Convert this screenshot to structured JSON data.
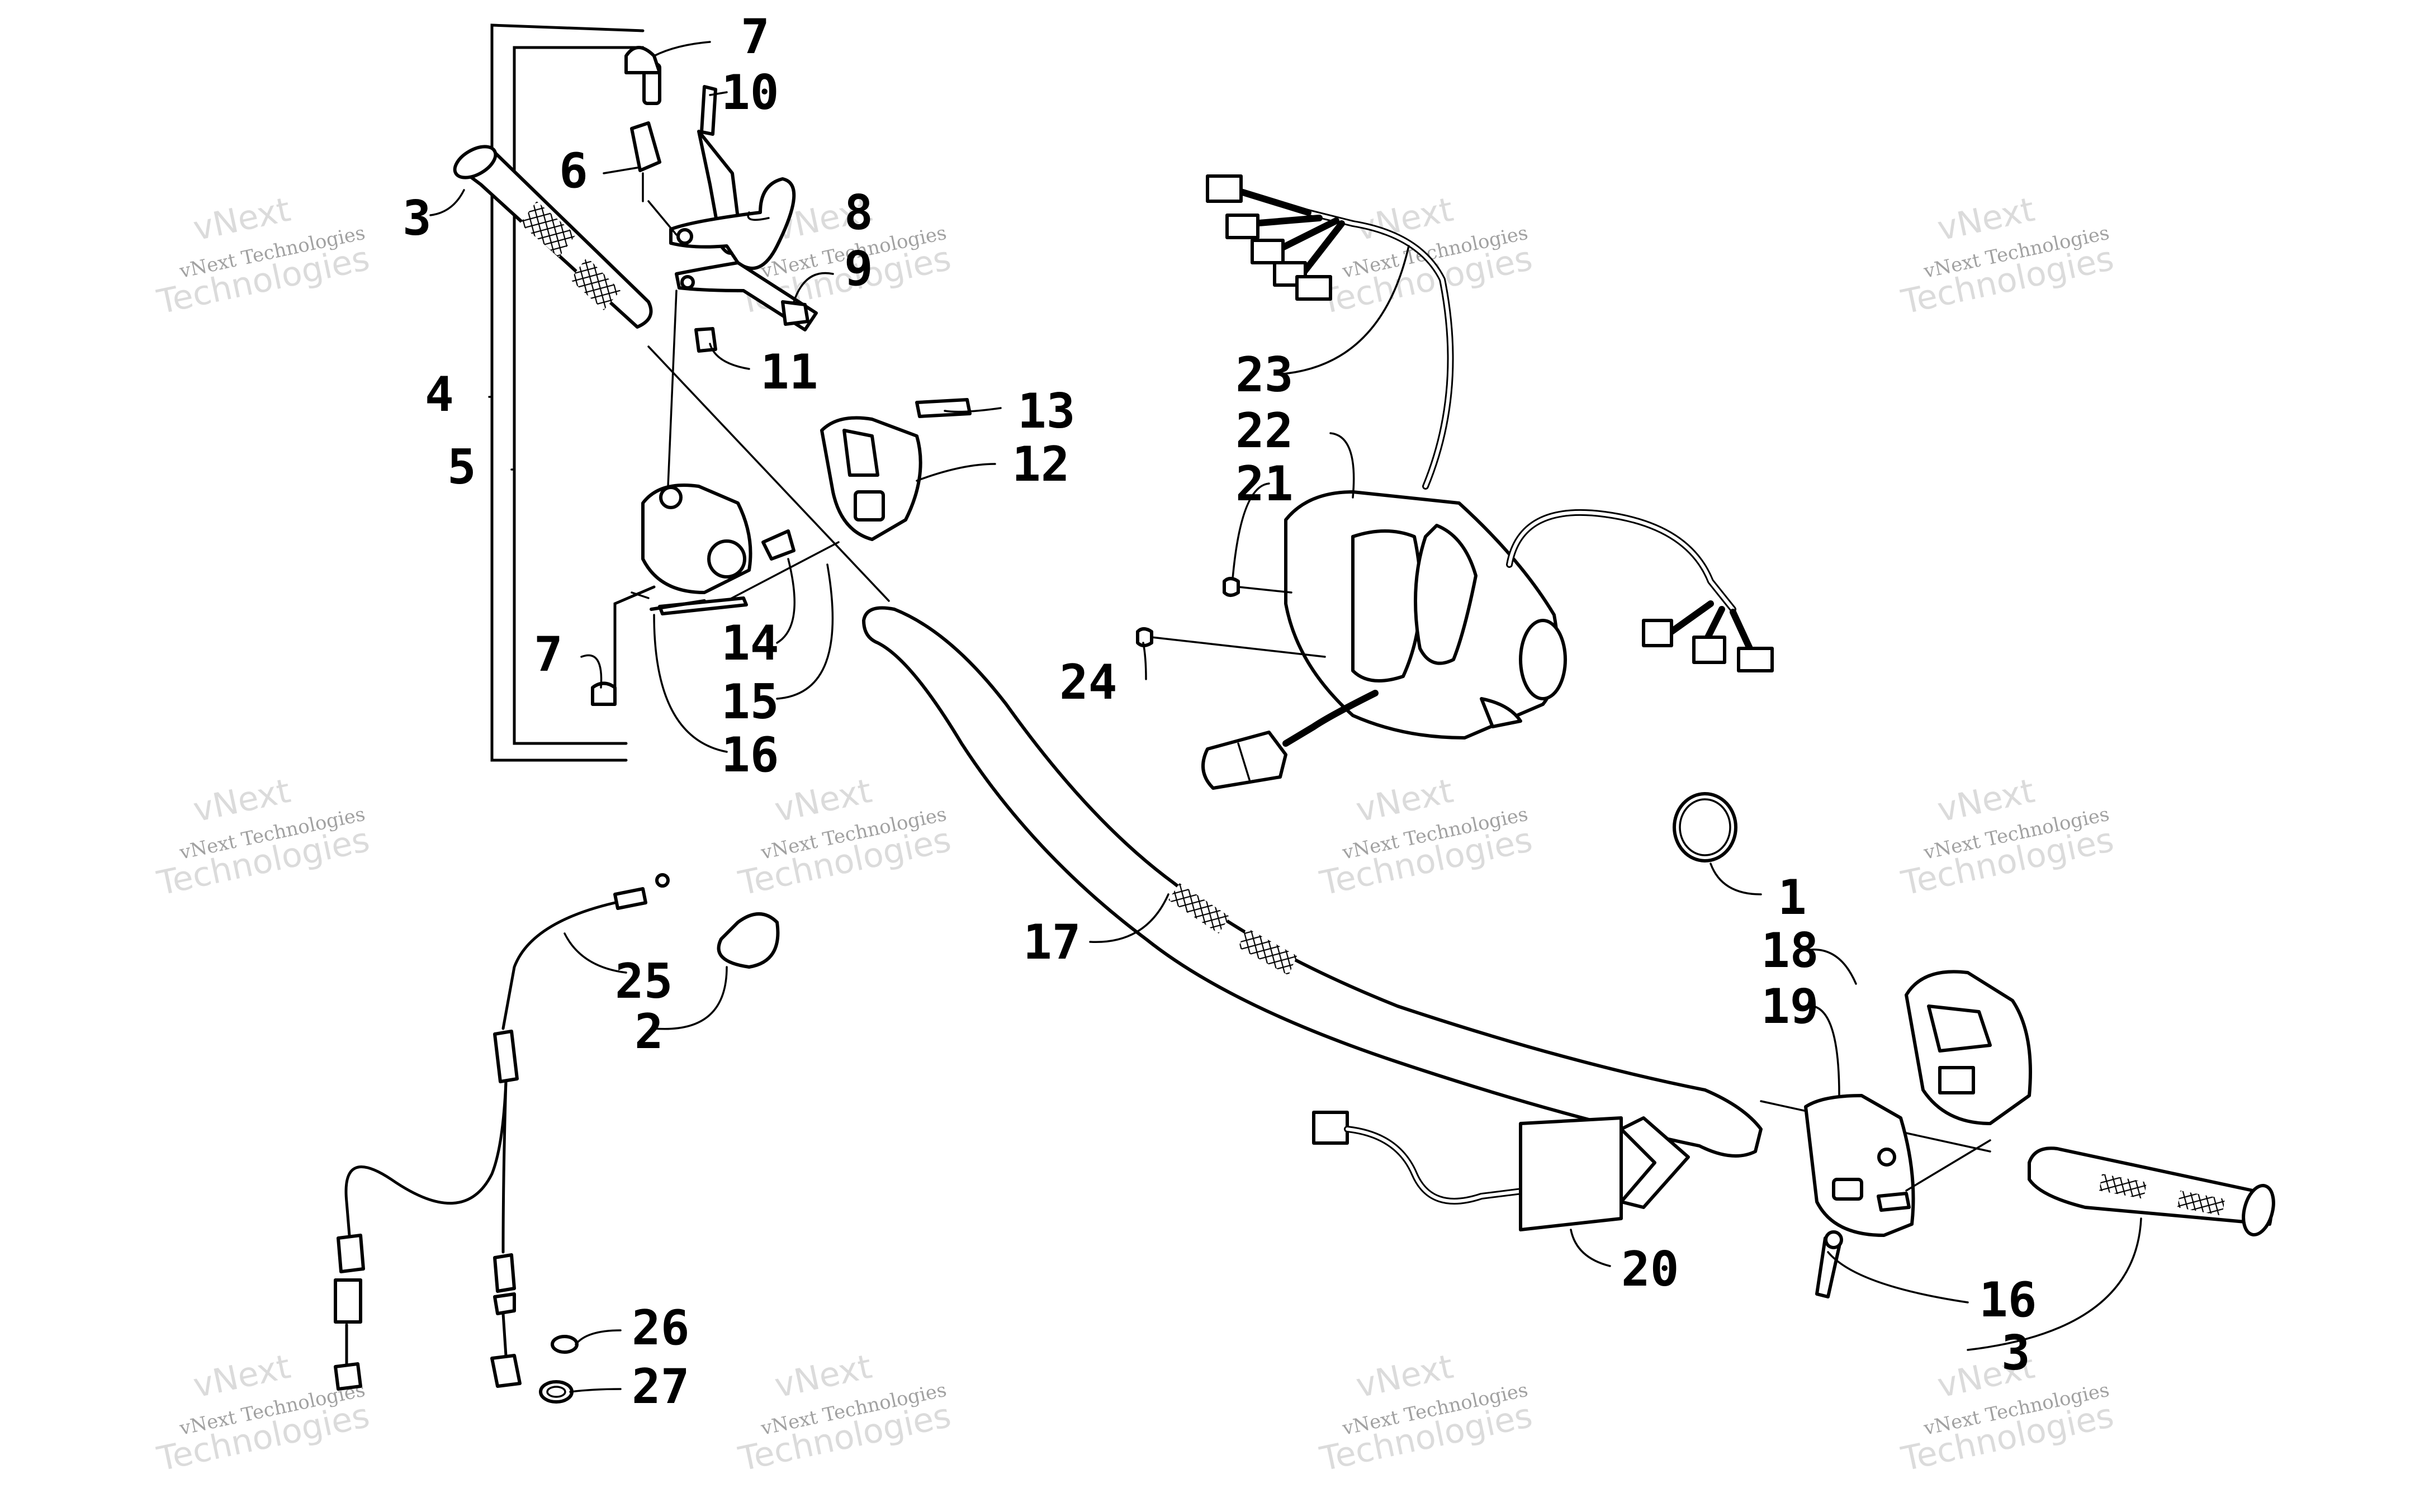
{
  "diagram": {
    "callouts": [
      {
        "id": "c7a",
        "text": "7"
      },
      {
        "id": "c10",
        "text": "10"
      },
      {
        "id": "c6",
        "text": "6"
      },
      {
        "id": "c3a",
        "text": "3"
      },
      {
        "id": "c8",
        "text": "8"
      },
      {
        "id": "c9",
        "text": "9"
      },
      {
        "id": "c4",
        "text": "4"
      },
      {
        "id": "c11",
        "text": "11"
      },
      {
        "id": "c13",
        "text": "13"
      },
      {
        "id": "c5",
        "text": "5"
      },
      {
        "id": "c12",
        "text": "12"
      },
      {
        "id": "c7b",
        "text": "7"
      },
      {
        "id": "c14",
        "text": "14"
      },
      {
        "id": "c15",
        "text": "15"
      },
      {
        "id": "c16a",
        "text": "16"
      },
      {
        "id": "c23",
        "text": "23"
      },
      {
        "id": "c22",
        "text": "22"
      },
      {
        "id": "c21",
        "text": "21"
      },
      {
        "id": "c24",
        "text": "24"
      },
      {
        "id": "c1",
        "text": "1"
      },
      {
        "id": "c18",
        "text": "18"
      },
      {
        "id": "c19",
        "text": "19"
      },
      {
        "id": "c17",
        "text": "17"
      },
      {
        "id": "c25",
        "text": "25"
      },
      {
        "id": "c2",
        "text": "2"
      },
      {
        "id": "c20",
        "text": "20"
      },
      {
        "id": "c16b",
        "text": "16"
      },
      {
        "id": "c3b",
        "text": "3"
      },
      {
        "id": "c26",
        "text": "26"
      },
      {
        "id": "c27",
        "text": "27"
      }
    ],
    "watermark": {
      "line1": "vNext Technologies",
      "line2": "vNext",
      "line3": "Technologies"
    }
  }
}
